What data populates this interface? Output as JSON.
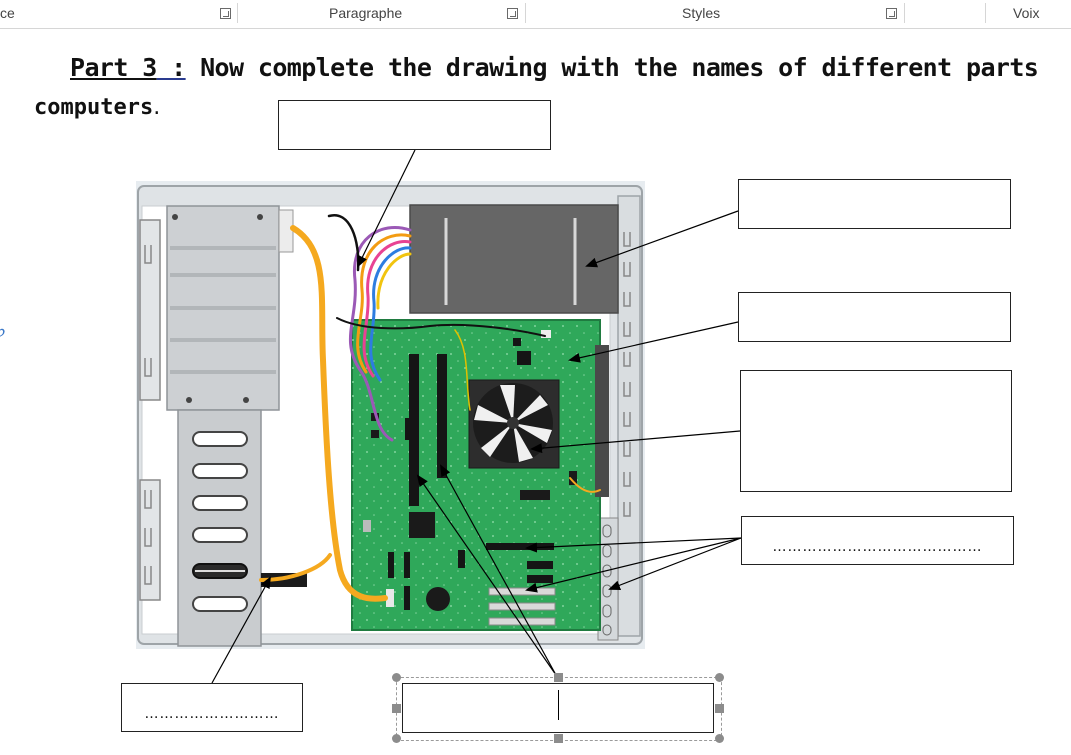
{
  "ribbon": {
    "groups": [
      {
        "label": "ce"
      },
      {
        "label": "Paragraphe"
      },
      {
        "label": "Styles"
      },
      {
        "label": "Voix"
      }
    ]
  },
  "document": {
    "part_label": "Part 3",
    "part_colon": " :",
    "instruction": " Now complete the drawing with the names of different parts",
    "instruction_line2": "computers",
    "line2_period": ".",
    "margin_mark": "♭"
  },
  "labels": {
    "cables": "",
    "power_supply": "",
    "motherboard": "",
    "cpu_fan": "",
    "expansion_slots": "……………………………………",
    "hard_drive": "………………………",
    "ram": ""
  },
  "colors": {
    "case_frame": "#dfe3e6",
    "drive_bay": "#c9cccf",
    "power_supply": "#666666",
    "motherboard": "#2fa85a",
    "cable_orange": "#f5a91f",
    "fan_housing": "#2d2d2d"
  }
}
